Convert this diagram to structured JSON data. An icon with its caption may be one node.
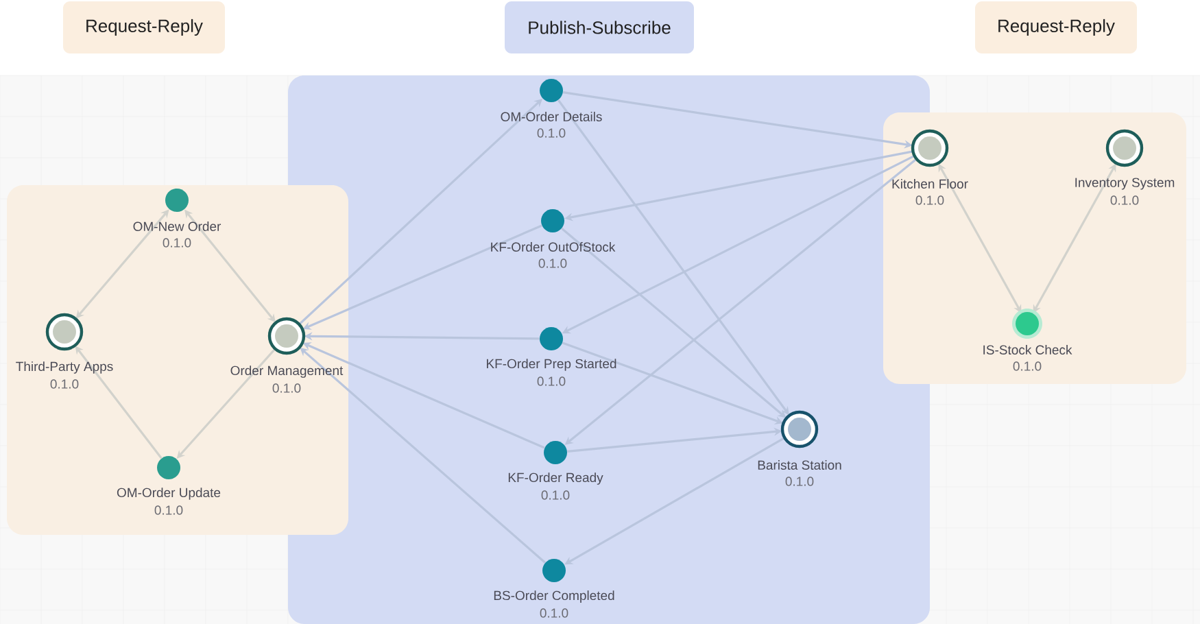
{
  "diagram": {
    "nodes": [
      {
        "text": [
          "Request-Reply"
        ]
      },
      {
        "text": [
          "Publish-Subscribe"
        ]
      },
      {
        "text": [
          "Request-Reply"
        ]
      },
      {
        "text": [
          "Third-Party Apps",
          "0.1.0"
        ],
        "in": 0
      },
      {
        "text": [
          "OM-New Order",
          "0.1.0"
        ],
        "in": 0
      },
      {
        "text": [
          "OM-Order Update",
          "0.1.0"
        ],
        "in": 0
      },
      {
        "text": [
          "Order Management",
          "0.1.0"
        ],
        "in": 0
      },
      {
        "text": [
          "OM-Order Details",
          "0.1.0"
        ],
        "in": 1
      },
      {
        "text": [
          "KF-Order OutOfStock",
          "0.1.0"
        ],
        "in": 1
      },
      {
        "text": [
          "KF-Order Prep Started",
          "0.1.0"
        ],
        "in": 1
      },
      {
        "text": [
          "KF-Order Ready",
          "0.1.0"
        ],
        "in": 1
      },
      {
        "text": [
          "BS-Order Completed",
          "0.1.0"
        ],
        "in": 1
      },
      {
        "text": [
          "Barista Station",
          "0.1.0"
        ],
        "in": 1
      },
      {
        "text": [
          "Kitchen Floor",
          "0.1.0"
        ],
        "in": 2
      },
      {
        "text": [
          "Inventory System",
          "0.1.0"
        ],
        "in": 2
      },
      {
        "text": [
          "IS-Stock Check",
          "0.1.0"
        ],
        "in": 2
      }
    ],
    "edges": [
      {
        "from": 3,
        "to": 4,
        "arrow": "both",
        "color": "#d2d2cc"
      },
      {
        "from": 4,
        "to": 6,
        "arrow": "both",
        "color": "#d2d2cc"
      },
      {
        "from": 6,
        "to": 5,
        "arrow": "to",
        "color": "#d2d2cc"
      },
      {
        "from": 5,
        "to": 3,
        "arrow": "to",
        "color": "#d2d2cc"
      },
      {
        "from": 6,
        "to": 7,
        "arrow": "to"
      },
      {
        "from": 7,
        "to": 13,
        "arrow": "to"
      },
      {
        "from": 7,
        "to": 12,
        "arrow": "to"
      },
      {
        "from": 13,
        "to": 8,
        "arrow": "to"
      },
      {
        "from": 8,
        "to": 6,
        "arrow": "to"
      },
      {
        "from": 8,
        "to": 12,
        "arrow": "to"
      },
      {
        "from": 13,
        "to": 9,
        "arrow": "to"
      },
      {
        "from": 9,
        "to": 6,
        "arrow": "to"
      },
      {
        "from": 9,
        "to": 12,
        "arrow": "to"
      },
      {
        "from": 13,
        "to": 10,
        "arrow": "to"
      },
      {
        "from": 10,
        "to": 6,
        "arrow": "to"
      },
      {
        "from": 10,
        "to": 12,
        "arrow": "to"
      },
      {
        "from": 12,
        "to": 11,
        "arrow": "to"
      },
      {
        "from": 11,
        "to": 6,
        "arrow": "to"
      },
      {
        "from": 13,
        "to": 15,
        "arrow": "both",
        "color": "#d2d2cc"
      },
      {
        "from": 15,
        "to": 14,
        "arrow": "both",
        "color": "#d2d2cc"
      }
    ]
  }
}
